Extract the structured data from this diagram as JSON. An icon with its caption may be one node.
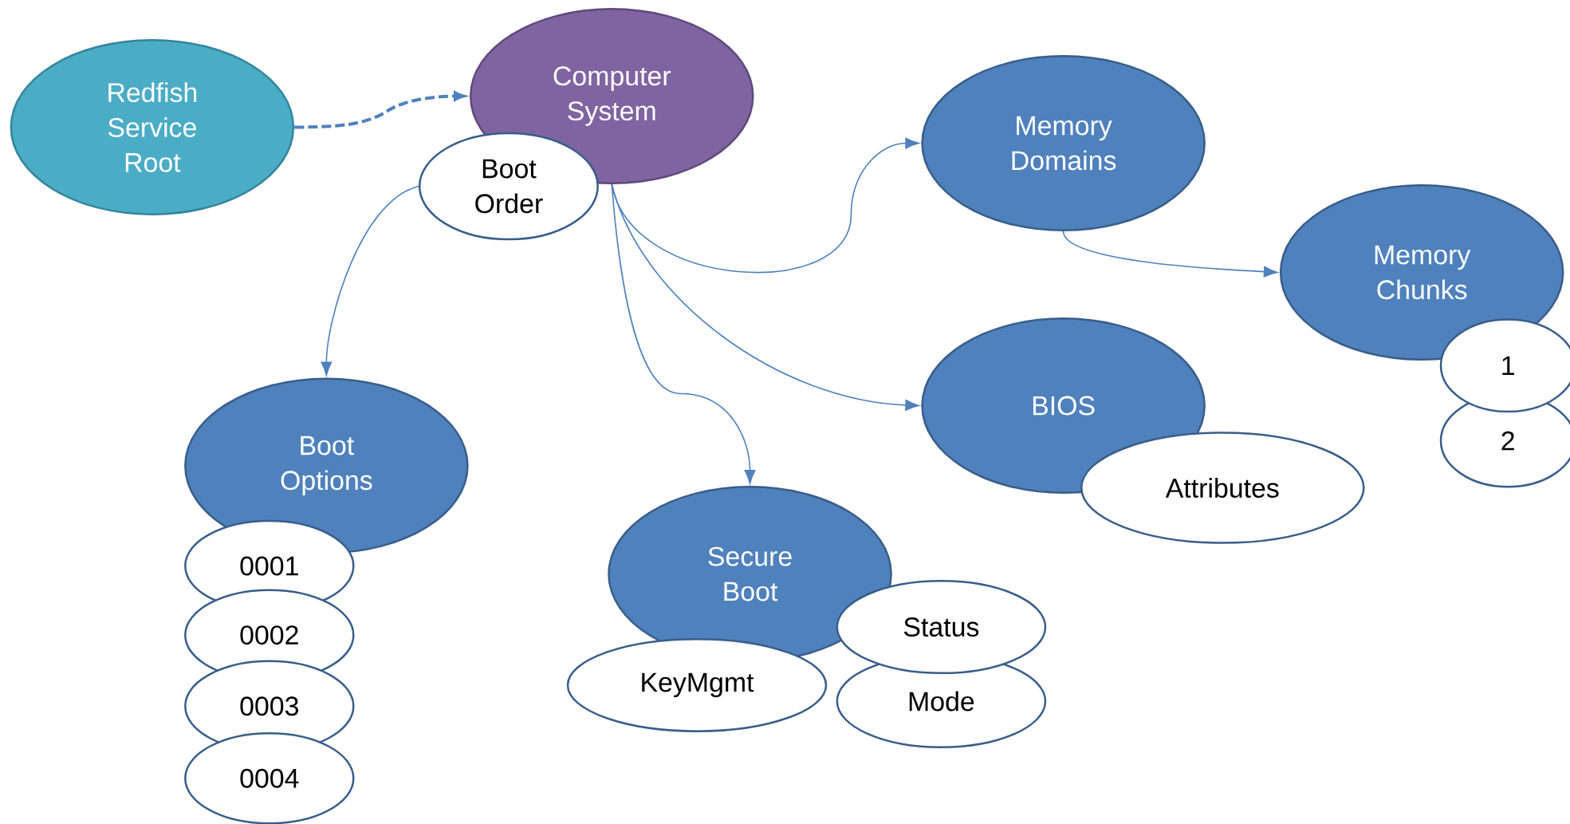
{
  "diagram": {
    "nodes": [
      {
        "text": [
          "Redfish Service Root"
        ]
      },
      {
        "text": [
          "Computer System"
        ]
      },
      {
        "text": [
          "Boot Order"
        ]
      },
      {
        "text": [
          "Memory Domains"
        ]
      },
      {
        "text": [
          "Memory Chunks"
        ]
      },
      {
        "text": [
          "1"
        ]
      },
      {
        "text": [
          "2"
        ]
      },
      {
        "text": [
          "BIOS"
        ]
      },
      {
        "text": [
          "Attributes"
        ]
      },
      {
        "text": [
          "Boot Options"
        ]
      },
      {
        "text": [
          "0001"
        ]
      },
      {
        "text": [
          "0002"
        ]
      },
      {
        "text": [
          "0003"
        ]
      },
      {
        "text": [
          "0004"
        ]
      },
      {
        "text": [
          "Secure Boot"
        ]
      },
      {
        "text": [
          "Status"
        ]
      },
      {
        "text": [
          "Mode"
        ]
      },
      {
        "text": [
          "KeyMgmt"
        ]
      }
    ],
    "edges": [
      {
        "from": 0,
        "to": 1,
        "arrow": "to",
        "style": "dashed"
      },
      {
        "from": 2,
        "to": 9,
        "arrow": "to"
      },
      {
        "from": 1,
        "to": 3,
        "arrow": "to"
      },
      {
        "from": 1,
        "to": 7,
        "arrow": "to"
      },
      {
        "from": 1,
        "to": 14,
        "arrow": "to"
      },
      {
        "from": 3,
        "to": 4,
        "arrow": "to"
      }
    ]
  }
}
